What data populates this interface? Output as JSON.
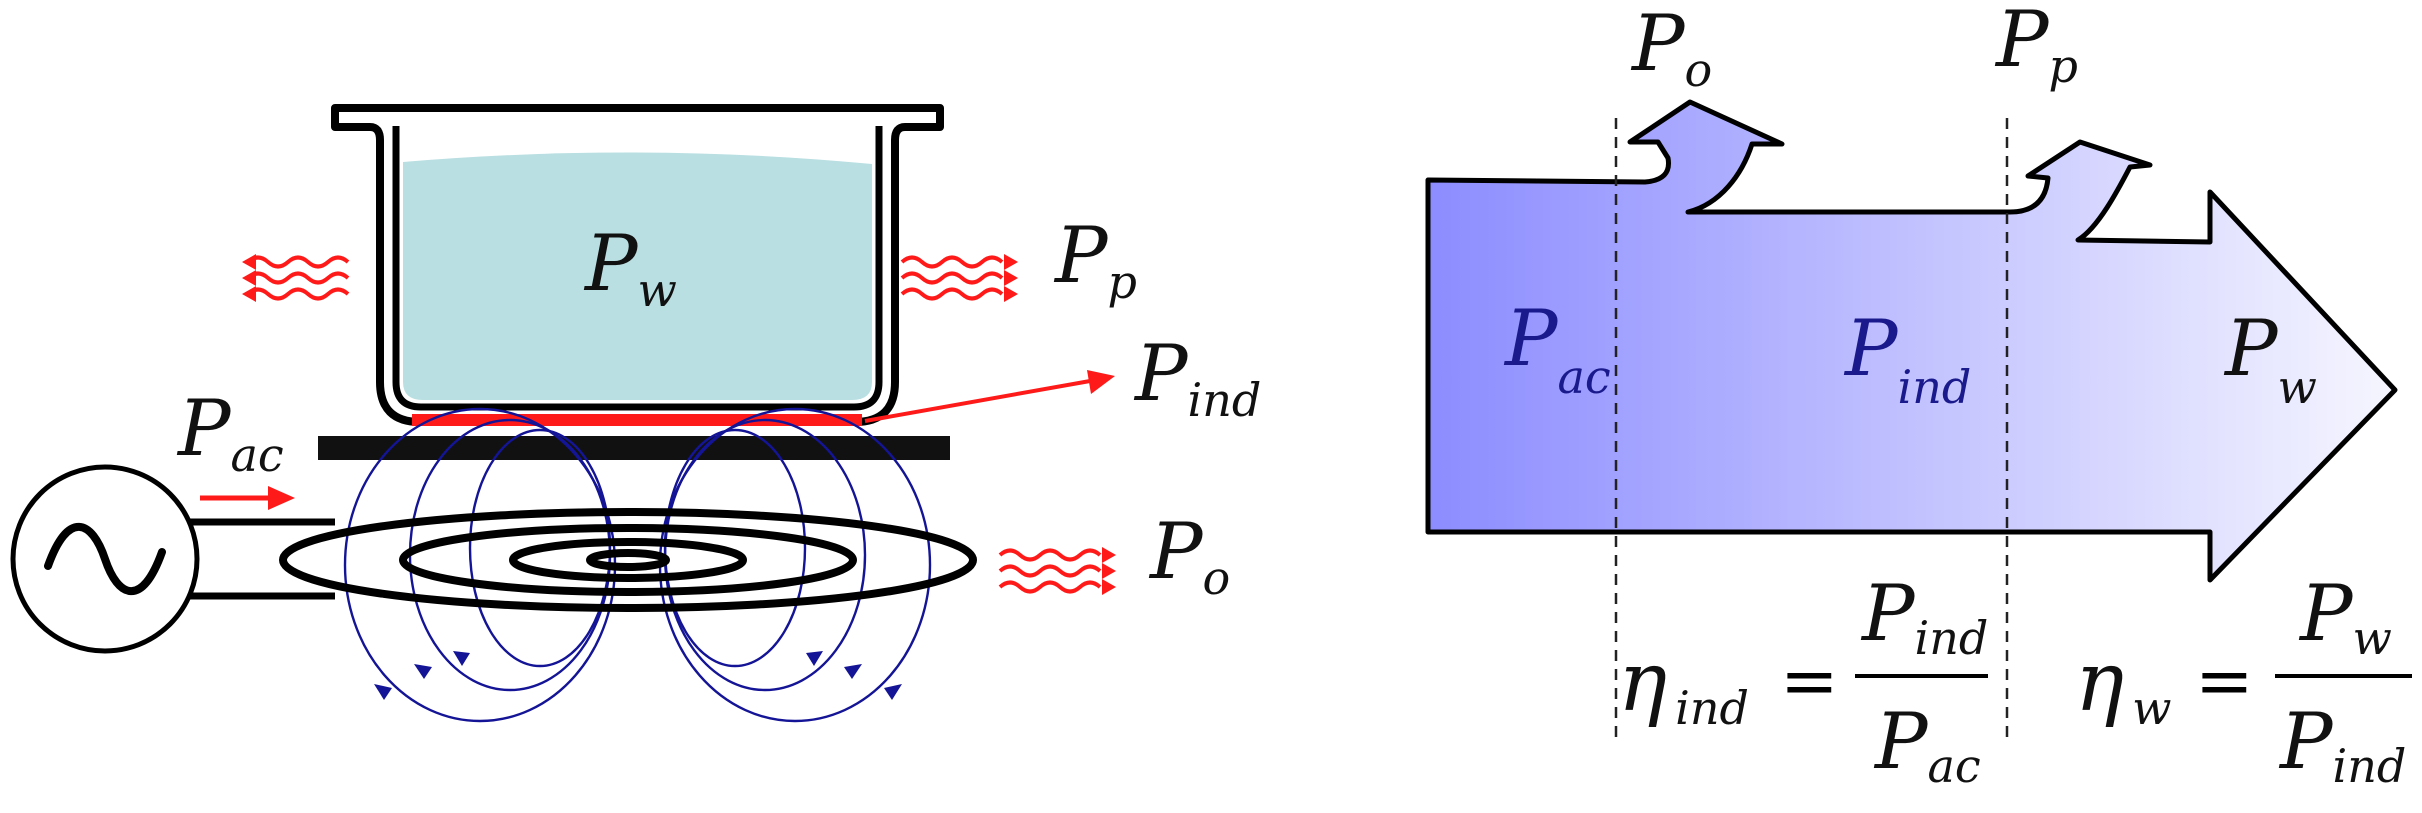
{
  "left_panel": {
    "pot_label": {
      "main": "P",
      "sub": "w"
    },
    "pot_loss_label": {
      "main": "P",
      "sub": "p"
    },
    "induction_label": {
      "main": "P",
      "sub": "ind"
    },
    "source_label": {
      "main": "P",
      "sub": "ac"
    },
    "coil_loss_label": {
      "main": "P",
      "sub": "o"
    }
  },
  "right_panel": {
    "loss1_label": {
      "main": "P",
      "sub": "o"
    },
    "loss2_label": {
      "main": "P",
      "sub": "p"
    },
    "stage1_label": {
      "main": "P",
      "sub": "ac"
    },
    "stage2_label": {
      "main": "P",
      "sub": "ind"
    },
    "stage3_label": {
      "main": "P",
      "sub": "w"
    },
    "eff1": {
      "eta": "η",
      "eta_sub": "ind",
      "eq": "=",
      "num": "P",
      "num_sub": "ind",
      "den": "P",
      "den_sub": "ac"
    },
    "eff2": {
      "eta": "η",
      "eta_sub": "w",
      "eq": "=",
      "num": "P",
      "num_sub": "w",
      "den": "P",
      "den_sub": "ind"
    }
  },
  "colors": {
    "water": "#b9dfe2",
    "heat": "#ff1a1a",
    "field_lines": "#141496",
    "plate": "#111111",
    "sankey_start": "#8c8cff",
    "sankey_end": "#f4f4ff"
  }
}
